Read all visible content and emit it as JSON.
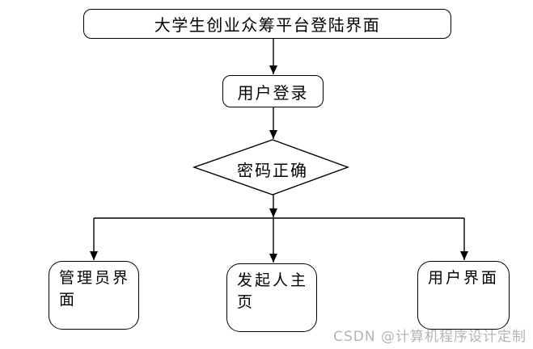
{
  "flowchart": {
    "nodes": {
      "title": {
        "label": "大学生创业众筹平台登陆界面",
        "type": "rounded-rect"
      },
      "login": {
        "label": "用户登录",
        "type": "rounded-rect"
      },
      "decision": {
        "label": "密码正确",
        "type": "diamond"
      },
      "admin": {
        "label": "管理员界面",
        "type": "rounded-rect"
      },
      "initiator": {
        "label": "发起人主页",
        "type": "rounded-rect"
      },
      "user": {
        "label": "用户界面",
        "type": "rounded-rect"
      }
    },
    "edges": [
      {
        "from": "title",
        "to": "login",
        "arrow": true
      },
      {
        "from": "login",
        "to": "decision",
        "arrow": true
      },
      {
        "from": "decision",
        "to": "branch-line",
        "arrow": true
      },
      {
        "from": "branch-line",
        "to": "admin",
        "arrow": true
      },
      {
        "from": "branch-line",
        "to": "initiator",
        "arrow": true
      },
      {
        "from": "branch-line",
        "to": "user",
        "arrow": true
      }
    ]
  },
  "watermark": {
    "text": "CSDN @计算机程序设计定制",
    "color": "#b4b4b4"
  },
  "colors": {
    "line": "#000000",
    "node_border": "#000000",
    "background": "#ffffff"
  }
}
